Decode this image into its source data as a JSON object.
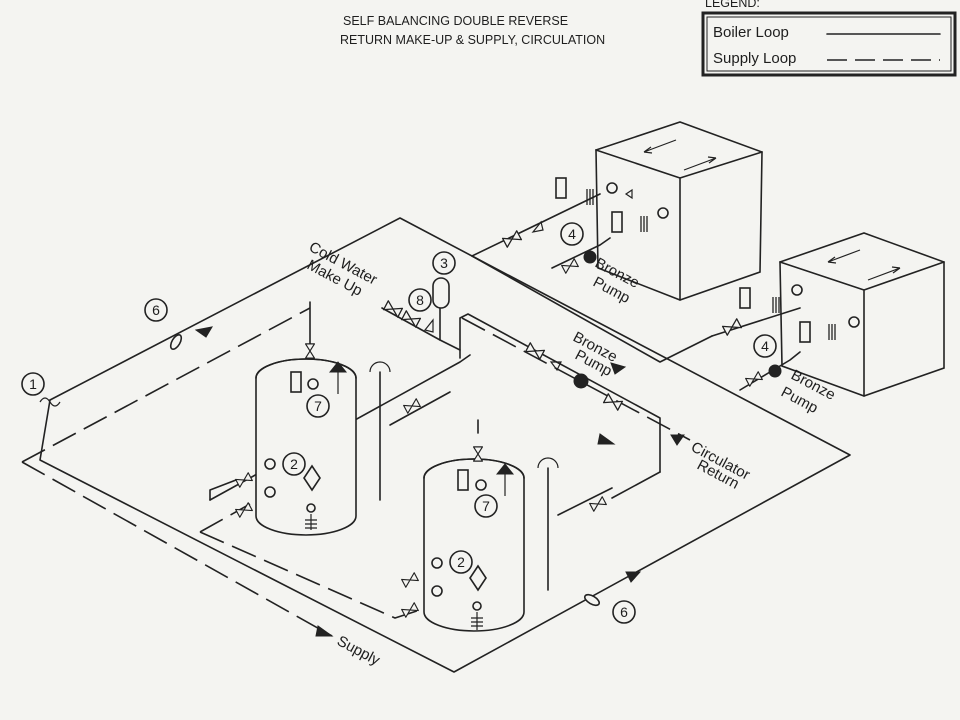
{
  "title": {
    "line1": "SELF BALANCING  DOUBLE REVERSE",
    "line2": "RETURN MAKE-UP & SUPPLY, CIRCULATION"
  },
  "legend": {
    "heading": "LEGEND:",
    "boiler_loop": "Boiler  Loop",
    "supply_loop": "Supply  Loop"
  },
  "labels": {
    "cold_water_1": "Cold  Water",
    "cold_water_2": "Make  Up",
    "bronze": "Bronze",
    "pump": "Pump",
    "circulator": "Circulator",
    "return": "Return",
    "supply": "Supply"
  },
  "callouts": {
    "c1": "1",
    "c2": "2",
    "c3": "3",
    "c4": "4",
    "c6": "6",
    "c7": "7",
    "c8": "8"
  },
  "colors": {
    "ink": "#222222",
    "paper": "#f4f4f1"
  }
}
